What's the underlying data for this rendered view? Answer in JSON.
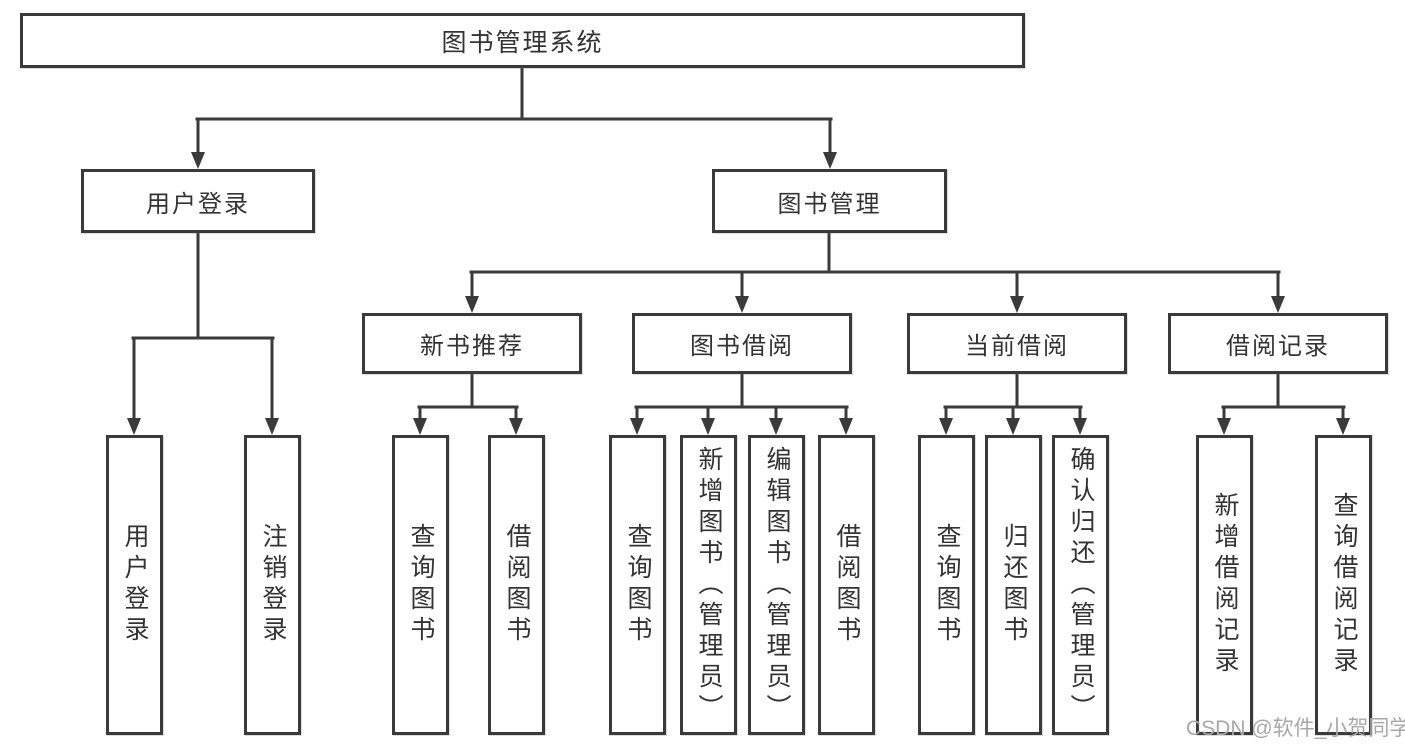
{
  "diagram": {
    "root": {
      "label": "图书管理系统"
    },
    "level2": [
      {
        "label": "用户登录",
        "children": [
          {
            "label": "用户登录"
          },
          {
            "label": "注销登录"
          }
        ]
      },
      {
        "label": "图书管理",
        "children": [
          {
            "label": "新书推荐",
            "children": [
              {
                "label": "查询图书"
              },
              {
                "label": "借阅图书"
              }
            ]
          },
          {
            "label": "图书借阅",
            "children": [
              {
                "label": "查询图书"
              },
              {
                "label": "新增图书（管理员）"
              },
              {
                "label": "编辑图书（管理员）"
              },
              {
                "label": "借阅图书"
              }
            ]
          },
          {
            "label": "当前借阅",
            "children": [
              {
                "label": "查询图书"
              },
              {
                "label": "归还图书"
              },
              {
                "label": "确认归还（管理员）"
              }
            ]
          },
          {
            "label": "借阅记录",
            "children": [
              {
                "label": "新增借阅记录"
              },
              {
                "label": "查询借阅记录"
              }
            ]
          }
        ]
      }
    ]
  },
  "watermark": {
    "text": "CSDN @软件_小贺同学"
  },
  "colors": {
    "line": "#3a3a3a",
    "box_border": "#3a3a3a",
    "text": "#333333",
    "watermark": "#a8a8a8",
    "background": "#ffffff"
  }
}
